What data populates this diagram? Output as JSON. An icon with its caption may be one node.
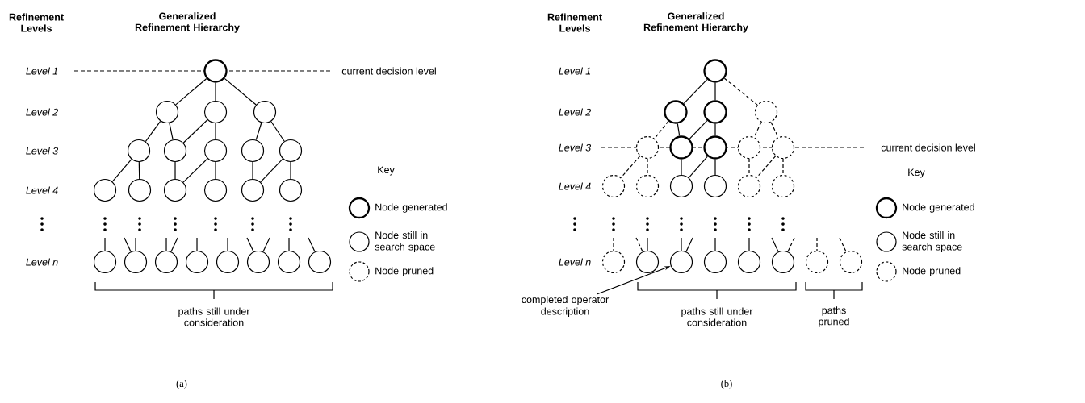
{
  "diagram": {
    "nodes": [
      {
        "text": [],
        "shape": "circle"
      },
      {
        "text": [],
        "shape": "circle"
      },
      {
        "text": [],
        "shape": "circle"
      },
      {
        "text": [],
        "shape": "circle"
      },
      {
        "text": [],
        "shape": "circle"
      },
      {
        "text": [],
        "shape": "circle"
      },
      {
        "text": [],
        "shape": "circle"
      },
      {
        "text": [],
        "shape": "circle"
      },
      {
        "text": [],
        "shape": "circle"
      },
      {
        "text": [],
        "shape": "circle"
      },
      {
        "text": [],
        "shape": "circle"
      },
      {
        "text": [],
        "shape": "circle"
      },
      {
        "text": [],
        "shape": "circle"
      },
      {
        "text": [],
        "shape": "circle"
      },
      {
        "text": [],
        "shape": "circle"
      },
      {
        "text": [],
        "shape": "circle"
      },
      {
        "text": [],
        "shape": "circle"
      },
      {
        "text": [],
        "shape": "circle"
      },
      {
        "text": [],
        "shape": "circle"
      },
      {
        "text": [],
        "shape": "circle"
      },
      {
        "text": [],
        "shape": "circle"
      },
      {
        "text": [],
        "shape": "circle"
      },
      {
        "text": [],
        "shape": "circle"
      },
      {
        "text": [],
        "shape": "circle"
      },
      {
        "text": [],
        "shape": "circle"
      },
      {
        "text": [],
        "shape": "circle"
      },
      {
        "text": [],
        "shape": "circle"
      },
      {
        "text": [],
        "shape": "circle"
      },
      {
        "text": [],
        "shape": "circle"
      },
      {
        "text": [],
        "shape": "circle"
      },
      {
        "text": [],
        "shape": "circle"
      },
      {
        "text": [],
        "shape": "circle"
      },
      {
        "text": [],
        "shape": "circle"
      },
      {
        "text": [],
        "shape": "circle"
      },
      {
        "text": [],
        "shape": "circle"
      },
      {
        "text": [],
        "shape": "circle"
      },
      {
        "text": [],
        "shape": "circle"
      },
      {
        "text": [],
        "shape": "circle"
      },
      {
        "text": [],
        "shape": "circle"
      },
      {
        "text": [],
        "shape": "circle"
      },
      {
        "text": [],
        "shape": "circle"
      },
      {
        "text": [],
        "shape": "circle"
      },
      {
        "text": [],
        "shape": "circle"
      },
      {
        "text": [],
        "shape": "circle"
      },
      {
        "text": [],
        "shape": "circle"
      },
      {
        "text": [],
        "shape": "circle"
      },
      {
        "text": [
          "completed operator description"
        ]
      }
    ],
    "edges": [
      {
        "from": 0,
        "to": 1,
        "arrow": "none"
      },
      {
        "from": 0,
        "to": 2,
        "arrow": "none"
      },
      {
        "from": 0,
        "to": 3,
        "arrow": "none"
      },
      {
        "from": 1,
        "to": 4,
        "arrow": "none"
      },
      {
        "from": 1,
        "to": 5,
        "arrow": "none"
      },
      {
        "from": 2,
        "to": 5,
        "arrow": "none"
      },
      {
        "from": 2,
        "to": 6,
        "arrow": "none"
      },
      {
        "from": 3,
        "to": 7,
        "arrow": "none"
      },
      {
        "from": 3,
        "to": 8,
        "arrow": "none"
      },
      {
        "from": 4,
        "to": 9,
        "arrow": "none"
      },
      {
        "from": 4,
        "to": 10,
        "arrow": "none"
      },
      {
        "from": 5,
        "to": 11,
        "arrow": "none"
      },
      {
        "from": 6,
        "to": 11,
        "arrow": "none"
      },
      {
        "from": 6,
        "to": 12,
        "arrow": "none"
      },
      {
        "from": 7,
        "to": 13,
        "arrow": "none"
      },
      {
        "from": 8,
        "to": 13,
        "arrow": "none"
      },
      {
        "from": 8,
        "to": 14,
        "arrow": "none"
      },
      {
        "from": null,
        "to": 15,
        "arrow": "none"
      },
      {
        "from": null,
        "to": 16,
        "arrow": "none"
      },
      {
        "from": null,
        "to": 16,
        "arrow": "none"
      },
      {
        "from": null,
        "to": 17,
        "arrow": "none"
      },
      {
        "from": null,
        "to": 17,
        "arrow": "none"
      },
      {
        "from": null,
        "to": 18,
        "arrow": "none"
      },
      {
        "from": null,
        "to": 19,
        "arrow": "none"
      },
      {
        "from": null,
        "to": 20,
        "arrow": "none"
      },
      {
        "from": null,
        "to": 20,
        "arrow": "none"
      },
      {
        "from": null,
        "to": 21,
        "arrow": "none"
      },
      {
        "from": null,
        "to": 22,
        "arrow": "none"
      },
      {
        "from": 23,
        "to": 24,
        "arrow": "none"
      },
      {
        "from": 23,
        "to": 25,
        "arrow": "none"
      },
      {
        "from": 23,
        "to": 26,
        "arrow": "none",
        "style": "dashed"
      },
      {
        "from": 24,
        "to": 27,
        "arrow": "none",
        "style": "dashed"
      },
      {
        "from": 24,
        "to": 28,
        "arrow": "none"
      },
      {
        "from": 25,
        "to": 28,
        "arrow": "none"
      },
      {
        "from": 25,
        "to": 29,
        "arrow": "none"
      },
      {
        "from": 26,
        "to": 30,
        "arrow": "none",
        "style": "dashed"
      },
      {
        "from": 26,
        "to": 31,
        "arrow": "none",
        "style": "dashed"
      },
      {
        "from": 27,
        "to": 32,
        "arrow": "none",
        "style": "dashed"
      },
      {
        "from": 27,
        "to": 33,
        "arrow": "none",
        "style": "dashed"
      },
      {
        "from": 28,
        "to": 34,
        "arrow": "none"
      },
      {
        "from": 29,
        "to": 34,
        "arrow": "none"
      },
      {
        "from": 29,
        "to": 35,
        "arrow": "none"
      },
      {
        "from": 30,
        "to": 36,
        "arrow": "none",
        "style": "dashed"
      },
      {
        "from": 31,
        "to": 36,
        "arrow": "none",
        "style": "dashed"
      },
      {
        "from": 31,
        "to": 37,
        "arrow": "none",
        "style": "dashed"
      },
      {
        "from": null,
        "to": 38,
        "arrow": "none",
        "style": "dashed"
      },
      {
        "from": null,
        "to": 39,
        "arrow": "none"
      },
      {
        "from": null,
        "to": 39,
        "arrow": "none",
        "style": "dashed"
      },
      {
        "from": null,
        "to": 40,
        "arrow": "none"
      },
      {
        "from": null,
        "to": 40,
        "arrow": "none"
      },
      {
        "from": null,
        "to": 41,
        "arrow": "none"
      },
      {
        "from": null,
        "to": 42,
        "arrow": "none"
      },
      {
        "from": null,
        "to": 43,
        "arrow": "none"
      },
      {
        "from": null,
        "to": 43,
        "arrow": "none",
        "style": "dashed"
      },
      {
        "from": null,
        "to": 44,
        "arrow": "none",
        "style": "dashed"
      },
      {
        "from": null,
        "to": 45,
        "arrow": "none",
        "style": "dashed"
      },
      {
        "from": 46,
        "to": 40,
        "arrow": "to"
      }
    ],
    "labels": [
      "Refinement Levels",
      "Generalized Refinement Hierarchy",
      "Level 1",
      "current decision level",
      "Level 2",
      "Level 3",
      "Level 4",
      "Key",
      "Level n",
      "paths still under consideration",
      "(a)",
      "Refinement Levels",
      "Generalized Refinement Hierarchy",
      "Level 1",
      "Level 2",
      "Level 3",
      "current decision level",
      "Level 4",
      "Key",
      "Level n",
      "paths still under consideration",
      "paths pruned",
      "(b)"
    ],
    "legend": [
      {
        "text": "Node generated"
      },
      {
        "text": "Node still in search space"
      },
      {
        "text": "Node pruned"
      },
      {
        "text": "Node generated"
      },
      {
        "text": "Node still in search space"
      },
      {
        "text": "Node pruned"
      }
    ]
  }
}
